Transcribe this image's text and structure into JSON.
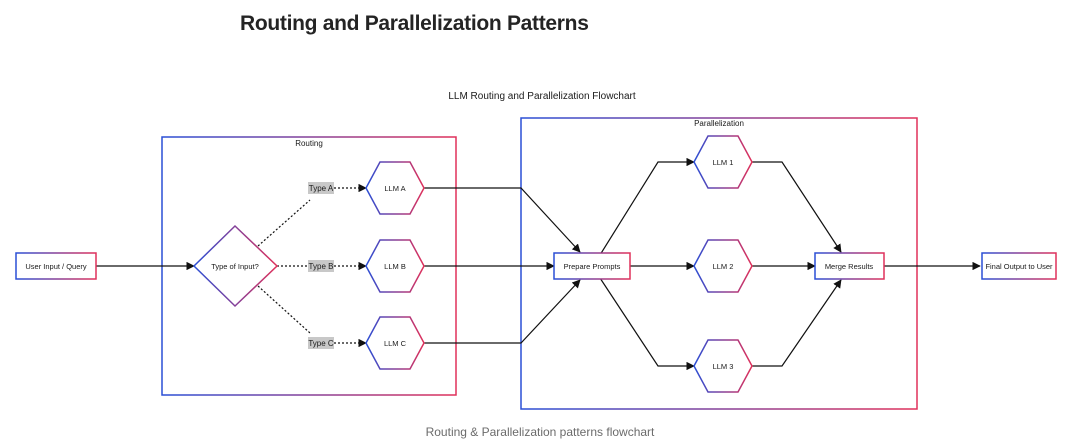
{
  "heading": "Routing and Parallelization Patterns",
  "caption": "Routing & Parallelization patterns flowchart",
  "diagram": {
    "title": "LLM Routing and Parallelization Flowchart",
    "groups": {
      "routing": "Routing",
      "parallelization": "Parallelization"
    },
    "nodes": {
      "user_input": "User Input / Query",
      "type_of_input": "Type of Input?",
      "llm_a": "LLM A",
      "llm_b": "LLM B",
      "llm_c": "LLM C",
      "prepare_prompts": "Prepare Prompts",
      "llm_1": "LLM 1",
      "llm_2": "LLM 2",
      "llm_3": "LLM 3",
      "merge_results": "Merge Results",
      "final_output": "Final Output to User"
    },
    "edge_labels": {
      "type_a": "Type A",
      "type_b": "Type B",
      "type_c": "Type C"
    }
  },
  "colors": {
    "gradient_start": "#2a4fd6",
    "gradient_end": "#e0305a",
    "edge": "#111111",
    "edge_label_bg": "#c8c8c8"
  }
}
